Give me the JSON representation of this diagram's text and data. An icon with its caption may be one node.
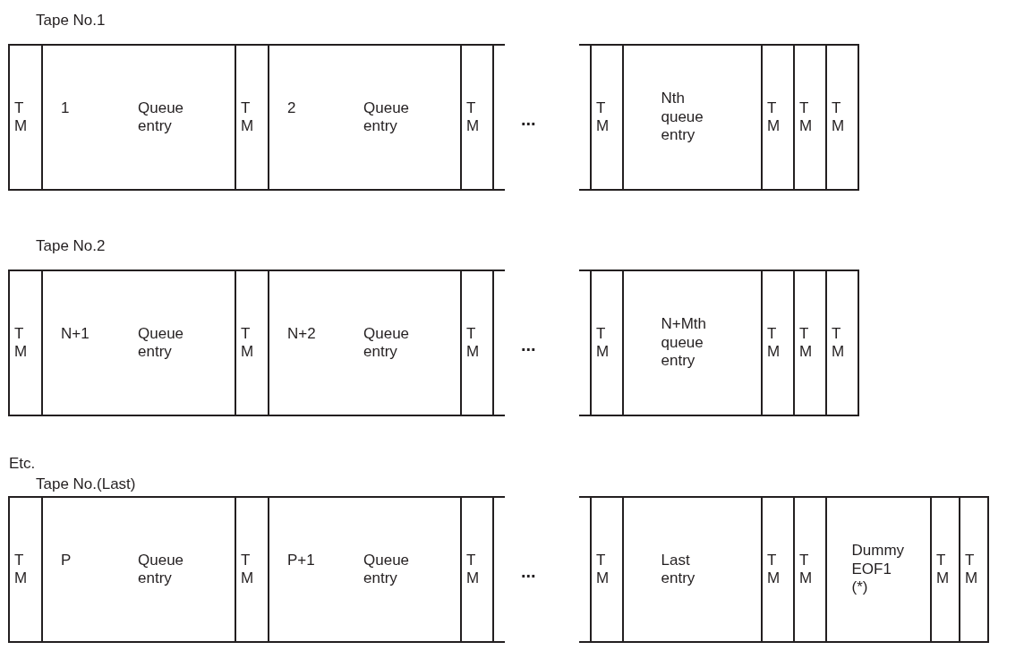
{
  "diagram": {
    "nodes": [
      {
        "text": [
          "T M"
        ]
      },
      {
        "text": [
          "1",
          "Queue entry"
        ]
      },
      {
        "text": [
          "T M"
        ]
      },
      {
        "text": [
          "2",
          "Queue entry"
        ]
      },
      {
        "text": [
          "T M"
        ]
      },
      {
        "text": [
          "T M"
        ]
      },
      {
        "text": [
          "Nth queue entry"
        ]
      },
      {
        "text": [
          "T M"
        ]
      },
      {
        "text": [
          "T M"
        ]
      },
      {
        "text": [
          "T M"
        ]
      },
      {
        "text": [
          "T M"
        ]
      },
      {
        "text": [
          "N+1",
          "Queue entry"
        ]
      },
      {
        "text": [
          "T M"
        ]
      },
      {
        "text": [
          "N+2",
          "Queue entry"
        ]
      },
      {
        "text": [
          "T M"
        ]
      },
      {
        "text": [
          "T M"
        ]
      },
      {
        "text": [
          "N+Mth queue entry"
        ]
      },
      {
        "text": [
          "T M"
        ]
      },
      {
        "text": [
          "T M"
        ]
      },
      {
        "text": [
          "T M"
        ]
      },
      {
        "text": [
          "T M"
        ]
      },
      {
        "text": [
          "P",
          "Queue entry"
        ]
      },
      {
        "text": [
          "T M"
        ]
      },
      {
        "text": [
          "P+1",
          "Queue entry"
        ]
      },
      {
        "text": [
          "T M"
        ]
      },
      {
        "text": [
          "T M"
        ]
      },
      {
        "text": [
          "Last entry"
        ]
      },
      {
        "text": [
          "T M"
        ]
      },
      {
        "text": [
          "T M"
        ]
      },
      {
        "text": [
          "Dummy EOF1 (*)"
        ]
      },
      {
        "text": [
          "T M"
        ]
      },
      {
        "text": [
          "T M"
        ]
      }
    ],
    "labels": [
      "Tape No.1",
      "...",
      "Tape No.2",
      "...",
      "Etc.",
      "Tape No.(Last)",
      "..."
    ]
  }
}
